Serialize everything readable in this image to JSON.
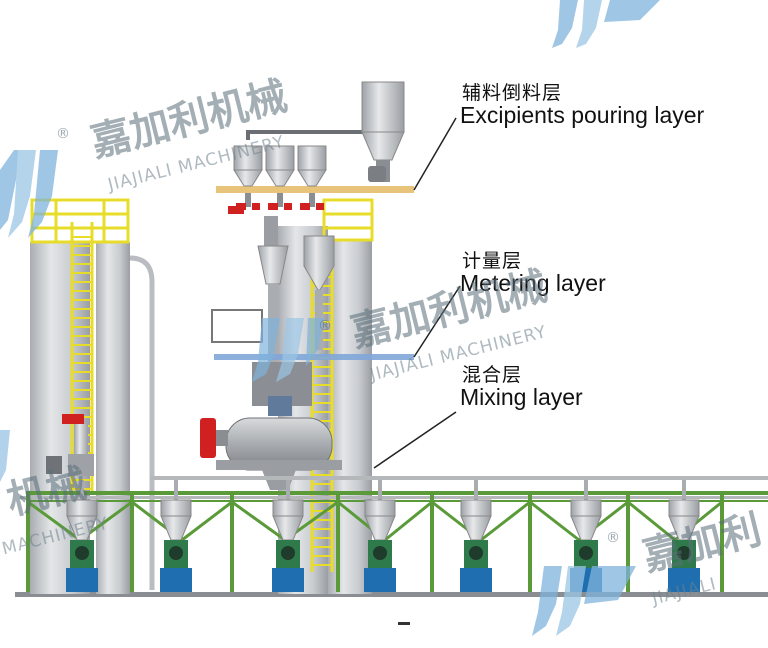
{
  "labels": {
    "excipients_cn": "辅料倒料层",
    "excipients_en": "Excipients pouring layer",
    "metering_cn": "计量层",
    "metering_en": "Metering layer",
    "mixing_cn": "混合层",
    "mixing_en": "Mixing layer"
  },
  "watermark": {
    "brand_cn": "嘉加利机械",
    "brand_en": "JIAJIALI MACHINERY",
    "brand_cn_partial_left": "机械",
    "brand_en_partial_left": "MACHINERY",
    "brand_cn_partial_right": "嘉加利",
    "brand_en_partial_right": "JIAJIALI",
    "registered": "®"
  },
  "colors": {
    "silo": "#c9ccd0",
    "ladder": "#e8dc2a",
    "frame": "#5a9a38",
    "motor": "#2f7a4a",
    "base": "#1f6fb0",
    "valve": "#d02020",
    "metering_bar": "#7fa6d8",
    "platform": "#e8c37a"
  }
}
